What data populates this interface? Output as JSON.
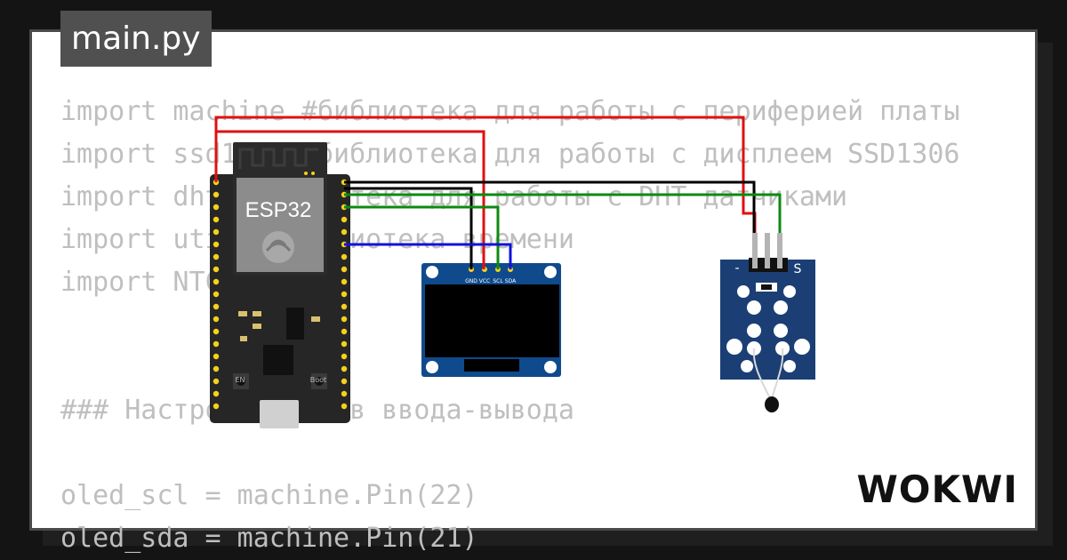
{
  "tab": {
    "filename": "main.py"
  },
  "code_lines": [
    "import machine #библиотека для работы с периферией платы",
    "import ssd1306 #библиотека для работы с дисплеем SSD1306",
    "import dht #библиотека для работы с DHT датчиками",
    "import utime #библиотека времени",
    "import NTC",
    "",
    "",
    "### Настройка пинов ввода-вывода",
    "",
    "oled_scl = machine.Pin(22)",
    "oled_sda = machine.Pin(21)"
  ],
  "esp32": {
    "label": "ESP32",
    "btn_en": "EN",
    "btn_boot": "Boot"
  },
  "oled": {
    "pins": [
      "GND",
      "VCC",
      "SCL",
      "SDA"
    ]
  },
  "ntc_module": {
    "minus": "-",
    "signal": "S"
  },
  "brand": {
    "logo": "WOKWI"
  },
  "colors": {
    "wire_red": "#e01010",
    "wire_black": "#000000",
    "wire_green": "#0c8a12",
    "wire_blue": "#1010dd",
    "board_pcb": "#262626",
    "oled_pcb": "#0f4a8c",
    "module_pcb": "#1b3f75",
    "pin_gold": "#f2d21c"
  }
}
